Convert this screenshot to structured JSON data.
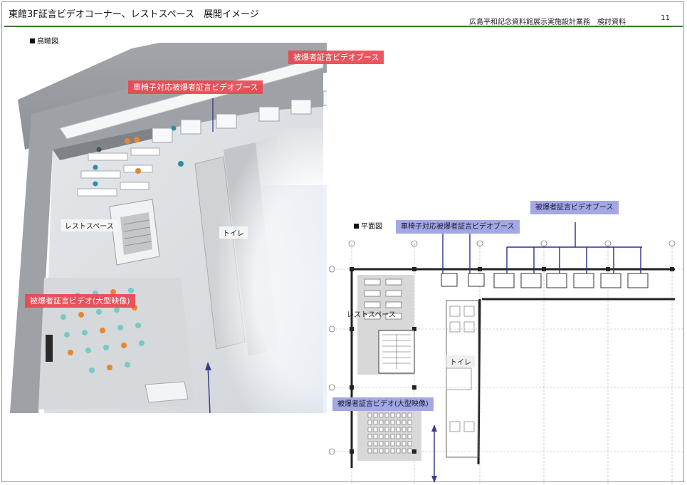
{
  "header": {
    "title": "東館3F証言ビデオコーナー、レストスペース　展開イメージ",
    "project": "広島平和記念資料館展示実施設計業務　検討資料",
    "page_number": "11"
  },
  "birdseye": {
    "section_label": "鳥瞰図",
    "labels": {
      "survivor_booths": "被爆者証言ビデオブース",
      "wheelchair_booths": "車椅子対応被爆者証言ビデオブース",
      "rest_space": "レストスペース",
      "toilet": "トイレ",
      "large_screen": "被爆者証言ビデオ(大型映像)"
    }
  },
  "floorplan": {
    "section_label": "平面図",
    "labels": {
      "survivor_booths": "被爆者証言ビデオブース",
      "wheelchair_booths": "車椅子対応被爆者証言ビデオブース",
      "rest_space": "レストスペース",
      "toilet": "トイレ",
      "large_screen": "被爆者証言ビデオ(大型映像)"
    }
  },
  "colors": {
    "header_rule": "#3c7a35",
    "red_label": "#e94650",
    "blue_label": "#a3a7e3",
    "leader_line": "#2b2f8a"
  }
}
